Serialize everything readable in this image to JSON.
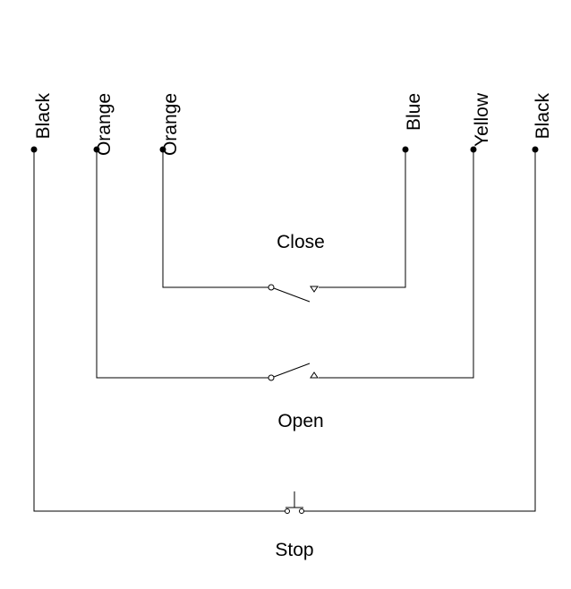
{
  "wires": [
    {
      "id": "black-left",
      "label": "Black"
    },
    {
      "id": "orange-1",
      "label": "Orange"
    },
    {
      "id": "orange-2",
      "label": "Orange"
    },
    {
      "id": "blue",
      "label": "Blue"
    },
    {
      "id": "yellow",
      "label": "Yellow"
    },
    {
      "id": "black-right",
      "label": "Black"
    }
  ],
  "switches": {
    "close": {
      "label": "Close"
    },
    "open": {
      "label": "Open"
    },
    "stop": {
      "label": "Stop"
    }
  },
  "colors": {
    "line": "#000000",
    "background": "#ffffff"
  }
}
